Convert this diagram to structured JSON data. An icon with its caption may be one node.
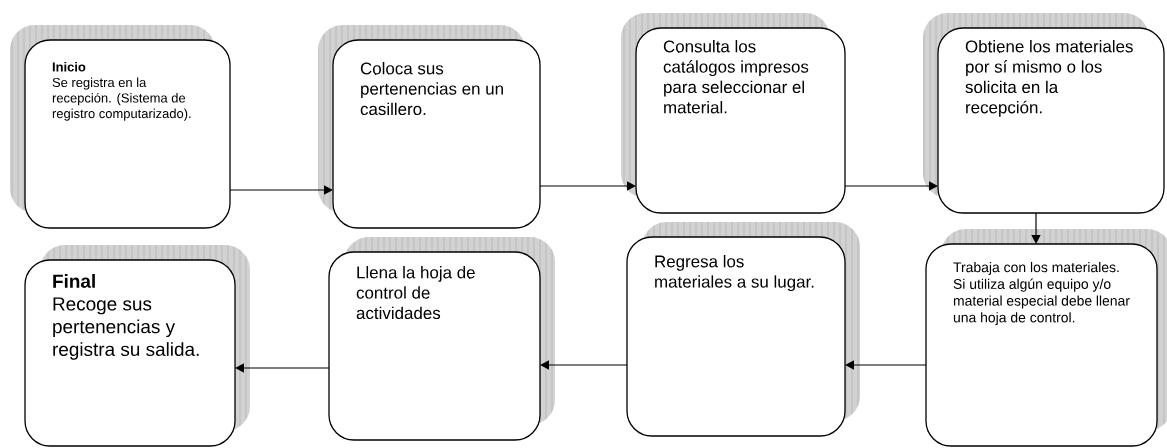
{
  "diagram": {
    "nodes": [
      {
        "text": [
          "Inicio",
          "Se registra en la recepción. (Sistema de registro computarizado)."
        ]
      },
      {
        "text": [
          "Coloca sus pertenencias en un casillero."
        ]
      },
      {
        "text": [
          "Consulta los catálogos impresos para seleccionar el material."
        ]
      },
      {
        "text": [
          "Obtiene los materiales por sí mismo o los solicita en la recepción."
        ]
      },
      {
        "text": [
          "Trabaja con los materiales. Si utiliza algún equipo y/o material especial debe llenar una hoja de control."
        ]
      },
      {
        "text": [
          "Regresa los materiales a su lugar."
        ]
      },
      {
        "text": [
          "Llena la hoja de control de actividades"
        ]
      },
      {
        "text": [
          "Final",
          "Recoge sus pertenencias y registra su salida."
        ]
      }
    ],
    "edges": [
      {
        "from": 0,
        "to": 1,
        "arrow": "to"
      },
      {
        "from": 1,
        "to": 2,
        "arrow": "to"
      },
      {
        "from": 2,
        "to": 3,
        "arrow": "to"
      },
      {
        "from": 3,
        "to": 4,
        "arrow": "to"
      },
      {
        "from": 4,
        "to": 5,
        "arrow": "to"
      },
      {
        "from": 5,
        "to": 6,
        "arrow": "to"
      },
      {
        "from": 6,
        "to": 7,
        "arrow": "to"
      }
    ]
  }
}
